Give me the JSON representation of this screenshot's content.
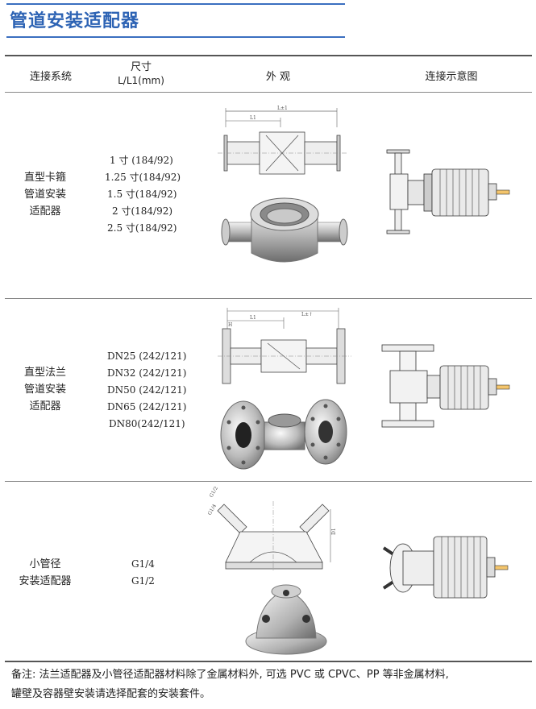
{
  "title": "管道安装适配器",
  "table": {
    "headers": {
      "system": "连接系统",
      "size_line1": "尺寸",
      "size_line2": "L/L1(mm)",
      "appearance": "外 观",
      "diagram": "连接示意图"
    },
    "rows": [
      {
        "system": [
          "直型卡箍",
          "管道安装",
          "适配器"
        ],
        "sizes": [
          "1 寸 (184/92)",
          "1.25 寸(184/92)",
          "1.5 寸(184/92)",
          "2 寸(184/92)",
          "2.5 寸(184/92)"
        ]
      },
      {
        "system": [
          "直型法兰",
          "管道安装",
          "适配器"
        ],
        "sizes": [
          "DN25 (242/121)",
          "DN32 (242/121)",
          "DN50 (242/121)",
          "DN65 (242/121)",
          "DN80(242/121)"
        ]
      },
      {
        "system": [
          "小管径",
          "安装适配器"
        ],
        "sizes": [
          "G1/4",
          "G1/2"
        ]
      }
    ]
  },
  "drawing_labels": {
    "clamp_L_total": "L±1",
    "clamp_L1": "L1",
    "flange_L1": "L1",
    "flange_L_total": "L±↑",
    "flange_H": "H",
    "small_g1": "G1/2",
    "small_g2": "G1/4",
    "small_d": "D1"
  },
  "note": {
    "line1": "备注: 法兰适配器及小管径适配器材料除了金属材料外, 可选 PVC 或 CPVC、PP 等非金属材料,",
    "line2": "罐壁及容器壁安装请选择配套的安装套件。"
  },
  "colors": {
    "title": "#2d63b4",
    "rule": "#3a6fc0"
  }
}
